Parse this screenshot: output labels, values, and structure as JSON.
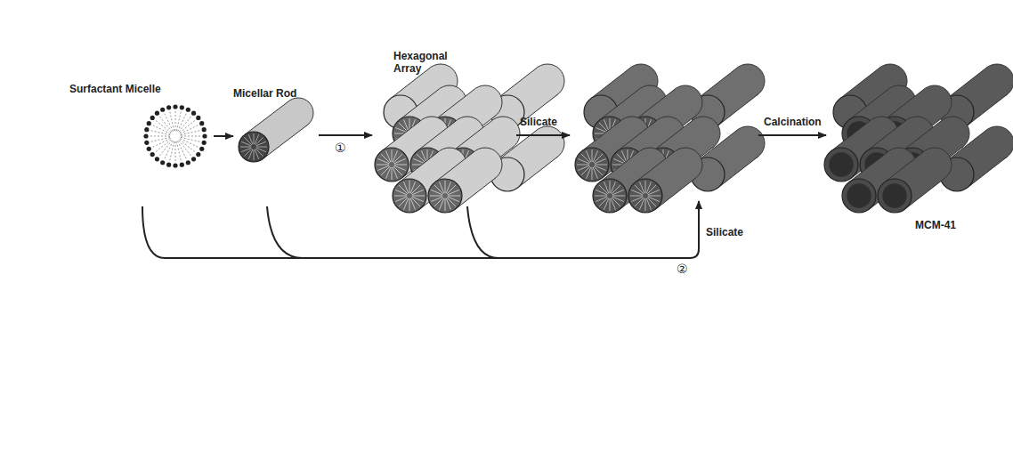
{
  "diagram": {
    "labels": [
      "Surfactant Micelle",
      "Micellar Rod",
      "Hexagonal Array",
      "Silicate",
      "Calcination",
      "MCM-41",
      "①",
      "Silicate",
      "②"
    ]
  }
}
